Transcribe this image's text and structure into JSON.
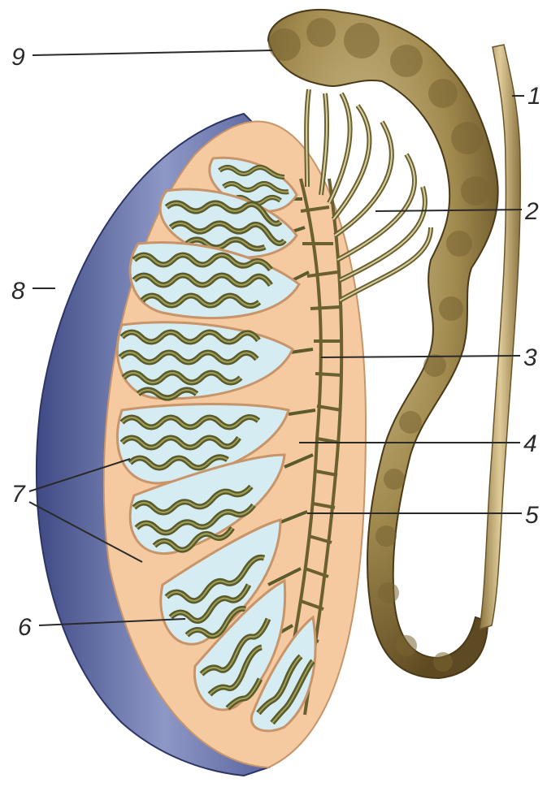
{
  "diagram": {
    "labels": [
      {
        "id": "1",
        "text": "1"
      },
      {
        "id": "2",
        "text": "2"
      },
      {
        "id": "3",
        "text": "3"
      },
      {
        "id": "4",
        "text": "4"
      },
      {
        "id": "5",
        "text": "5"
      },
      {
        "id": "6",
        "text": "6"
      },
      {
        "id": "7",
        "text": "7"
      },
      {
        "id": "8",
        "text": "8"
      },
      {
        "id": "9",
        "text": "9"
      }
    ]
  },
  "colors": {
    "tunica": "#4e5a92",
    "tunica_highlight": "#b9c0dc",
    "parenchyma": "#f6caa0",
    "parenchyma_dark": "#e9b585",
    "lobule_bg": "#d4ecf2",
    "tubule": "#5a5a2a",
    "tubule_light": "#a0a05a",
    "epididymis": "#9e8648",
    "epididymis_dark": "#5e4a22",
    "epididymis_light": "#cdb888",
    "duct": "#b39a5a"
  }
}
